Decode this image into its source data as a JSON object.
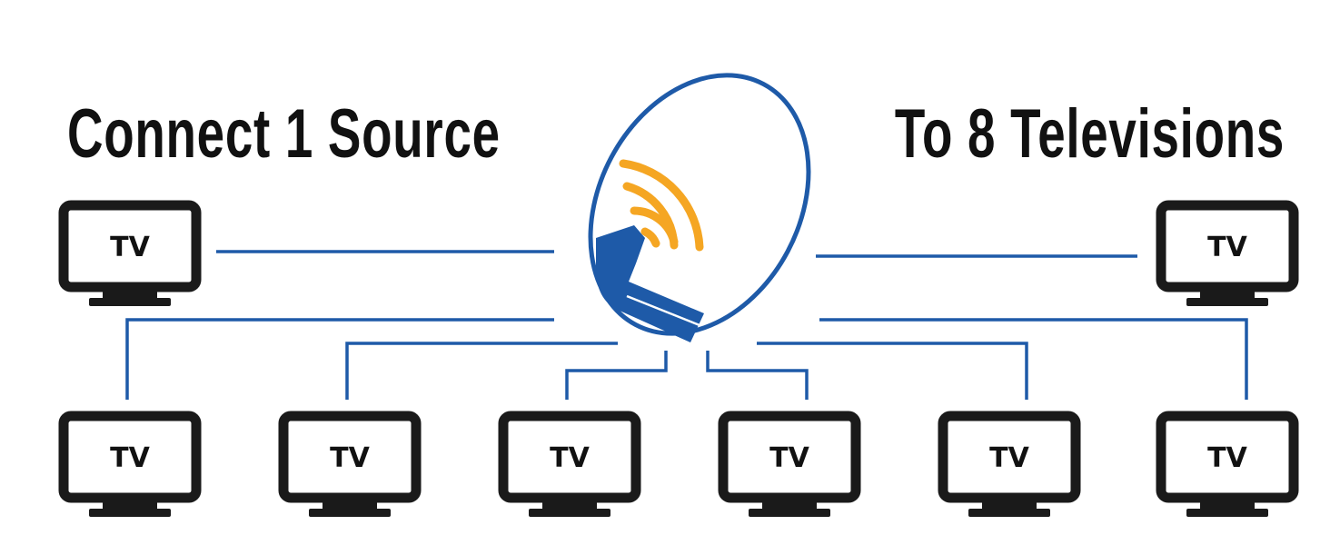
{
  "title_left": "Connect 1 Source",
  "title_right": "To 8 Televisions",
  "tv_label": "TV",
  "colors": {
    "line": "#1e5aa8",
    "dish": "#1e5aa8",
    "signal": "#f5a623",
    "tv": "#1a1a1a",
    "text": "#111111"
  },
  "icons": [
    "satellite-dish-icon",
    "tv-icon"
  ]
}
